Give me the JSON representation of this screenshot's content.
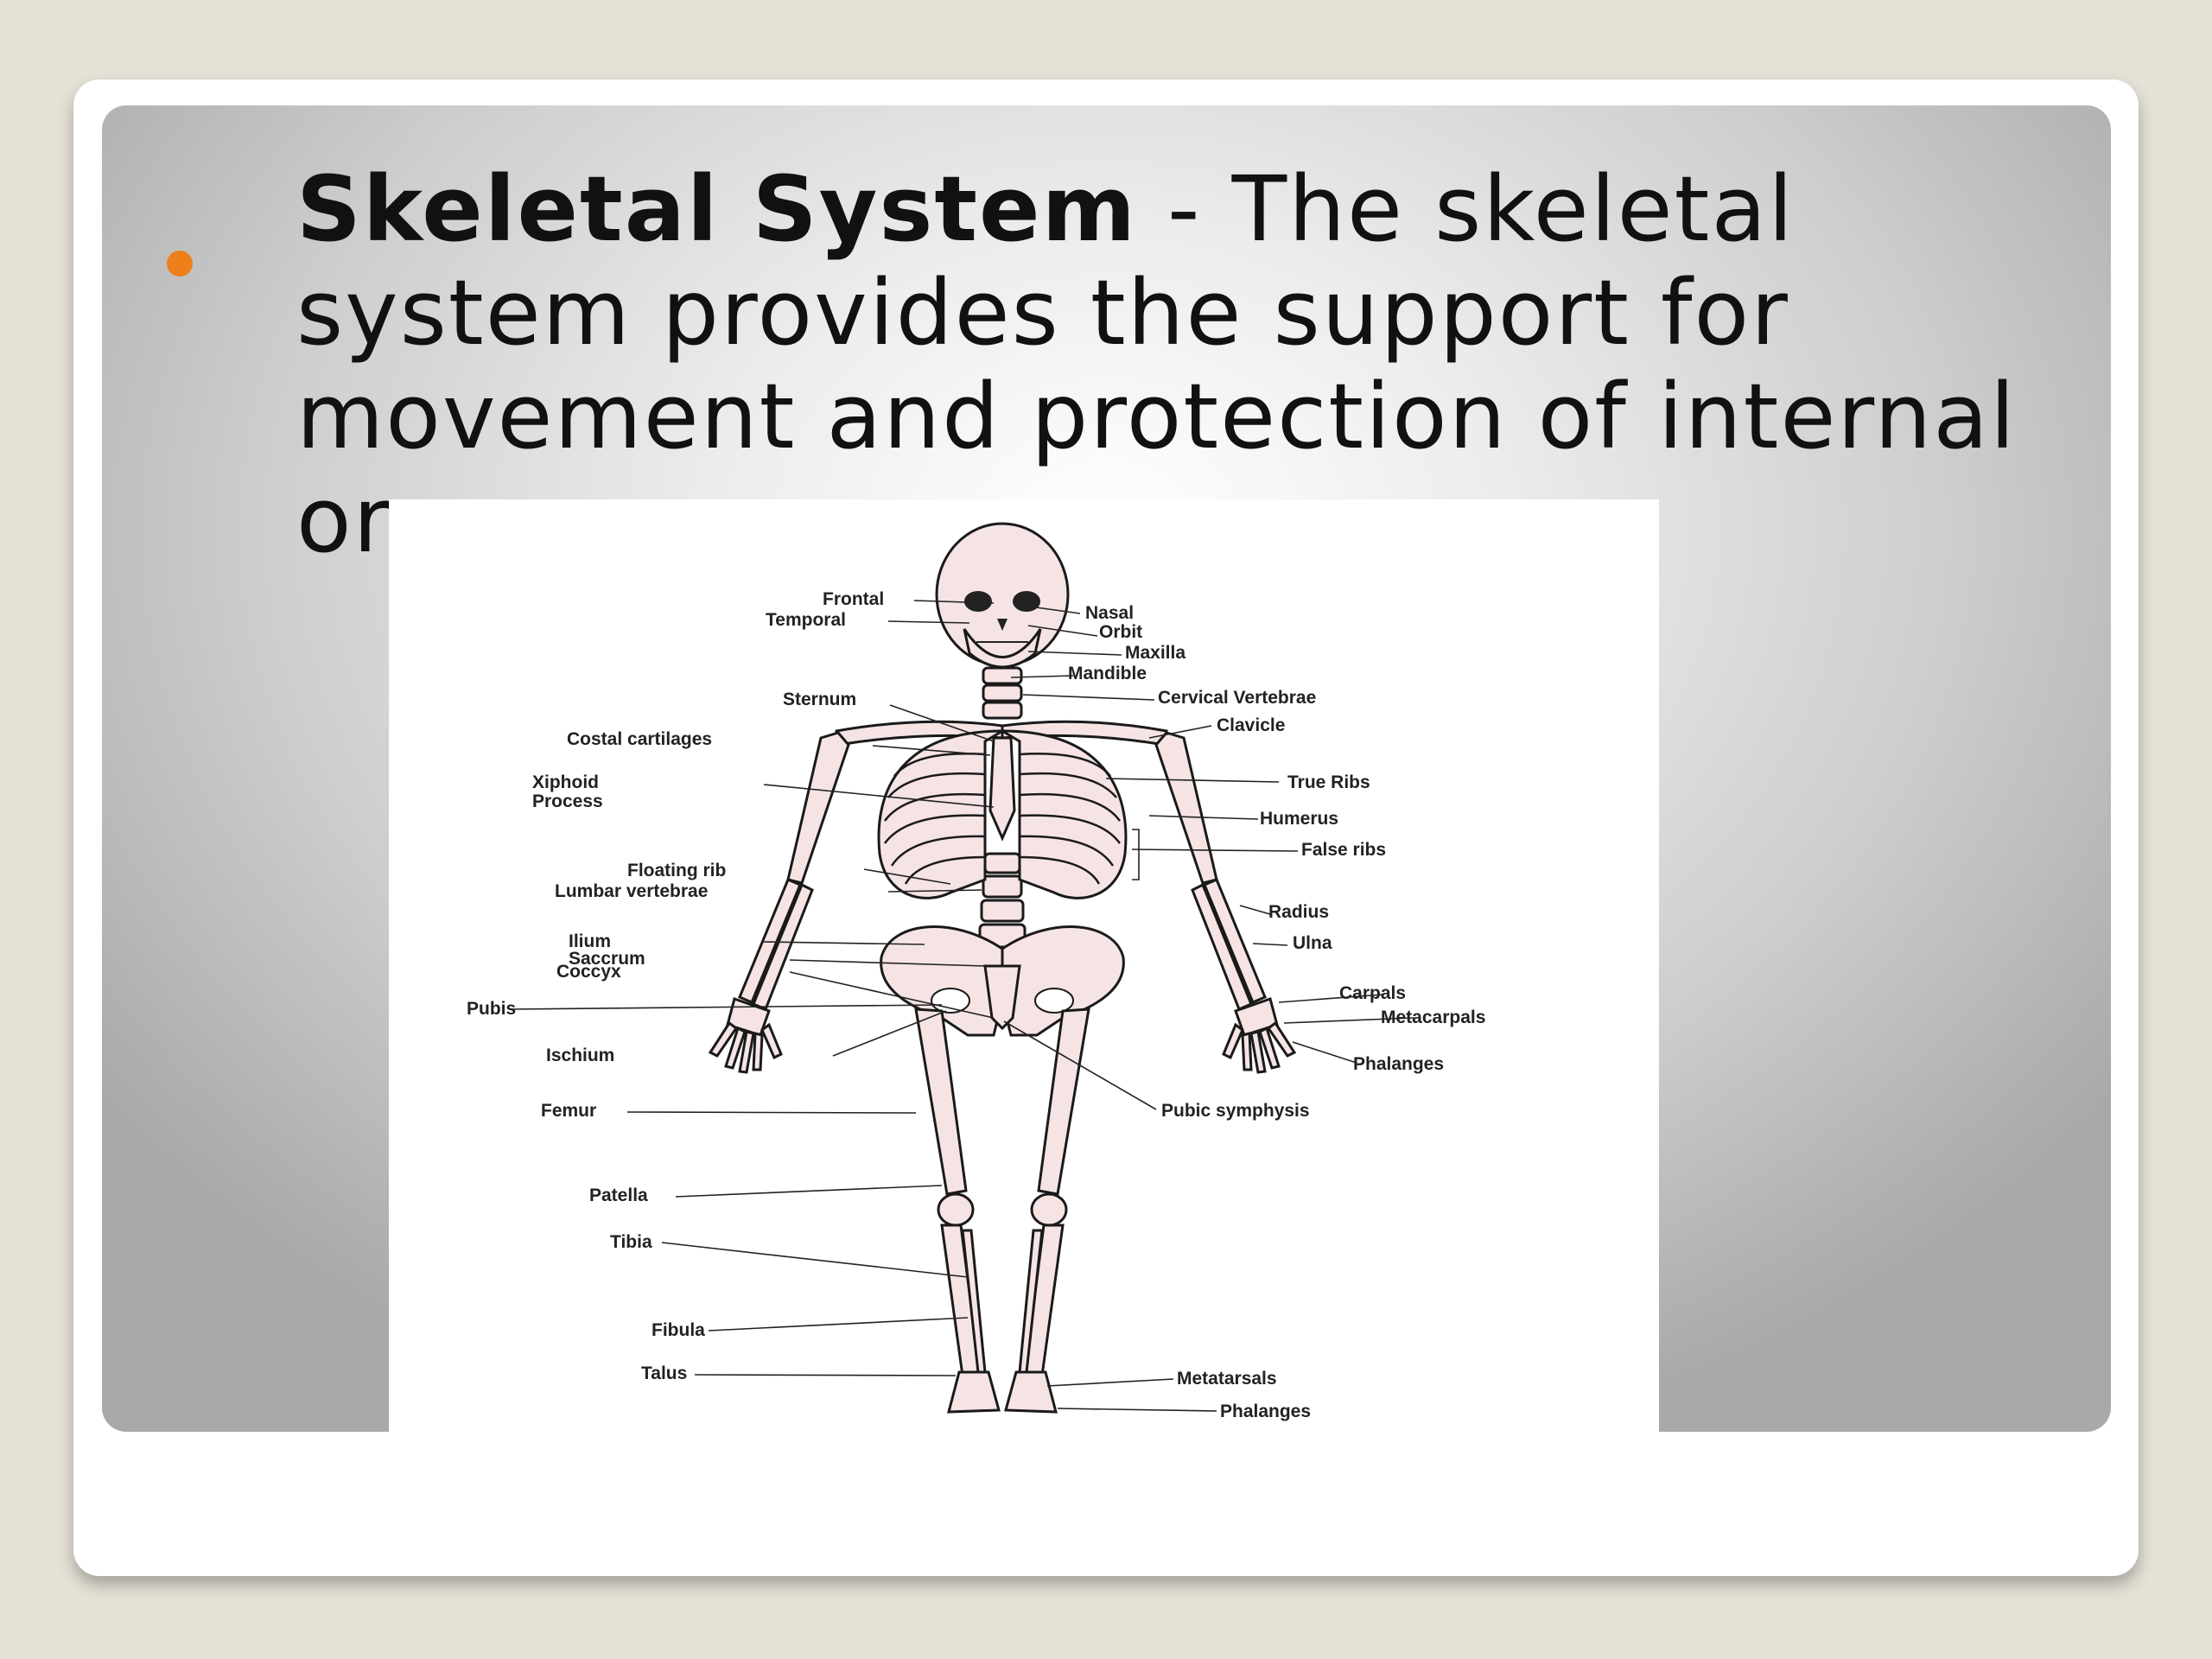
{
  "slide": {
    "title_bold": "Skeletal System",
    "title_rest": " - The skeletal system provides the support for movement and protection of internal organs."
  },
  "diagram": {
    "labels": {
      "frontal": "Frontal",
      "temporal": "Temporal",
      "nasal": "Nasal",
      "orbit": "Orbit",
      "maxilla": "Maxilla",
      "mandible": "Mandible",
      "sternum": "Sternum",
      "cervical_vertebrae": "Cervical Vertebrae",
      "costal_cartilages": "Costal cartilages",
      "clavicle": "Clavicle",
      "xiphoid": "Xiphoid",
      "process": "Process",
      "true_ribs": "True Ribs",
      "humerus": "Humerus",
      "false_ribs": "False ribs",
      "floating_rib": "Floating rib",
      "lumbar_vertebrae": "Lumbar vertebrae",
      "radius": "Radius",
      "ilium": "Ilium",
      "ulna": "Ulna",
      "saccrum": "Saccrum",
      "coccyx": "Coccyx",
      "pubis": "Pubis",
      "carpals": "Carpals",
      "metacarpals": "Metacarpals",
      "ischium": "Ischium",
      "phalanges_hand": "Phalanges",
      "femur": "Femur",
      "pubic_symphysis": "Pubic symphysis",
      "patella": "Patella",
      "tibia": "Tibia",
      "fibula": "Fibula",
      "talus": "Talus",
      "metatarsals": "Metatarsals",
      "phalanges_foot": "Phalanges"
    }
  }
}
